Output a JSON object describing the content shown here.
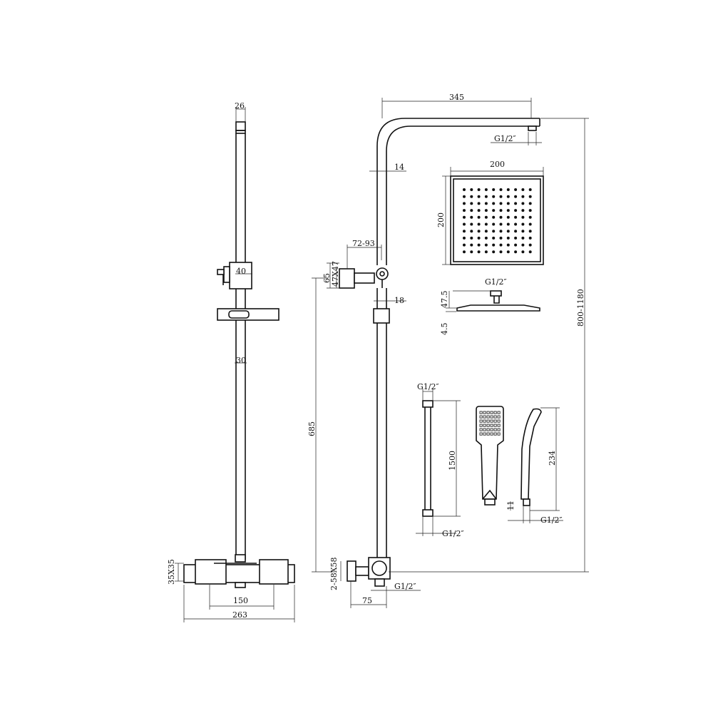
{
  "dimensions": {
    "front_pipe_width": "26",
    "front_bracket_width": "40",
    "front_rail_width": "30",
    "valve_body_height": "35X35",
    "valve_centres": "150",
    "valve_total_width": "263",
    "arm_length": "345",
    "arm_outlet_thread": "G1/2″",
    "pipe_diameter": "14",
    "bracket_projection": "72-93",
    "bracket_plate_height": "65",
    "bracket_plate_size": "47X47",
    "lower_rail_diameter": "18",
    "rail_height": "685",
    "inlet_plate": "2-58X58",
    "inlet_thread": "G1/2″",
    "inlet_depth": "75",
    "overall_height": "800-1180",
    "head_width": "200",
    "head_height": "200",
    "head_connector_thread": "G1/2″",
    "head_profile_height": "47.5",
    "head_thickness": "4.5",
    "hose_top_thread": "G1/2″",
    "hose_length": "1500",
    "hose_bottom_thread": "G1/2″",
    "handset_length": "234",
    "handset_connector": "11",
    "handset_thread": "G1/2″"
  },
  "icons": [
    "front-view-drawing",
    "side-view-drawing",
    "shower-head-plan",
    "shower-head-profile",
    "hose-drawing",
    "handset-front",
    "handset-side"
  ]
}
